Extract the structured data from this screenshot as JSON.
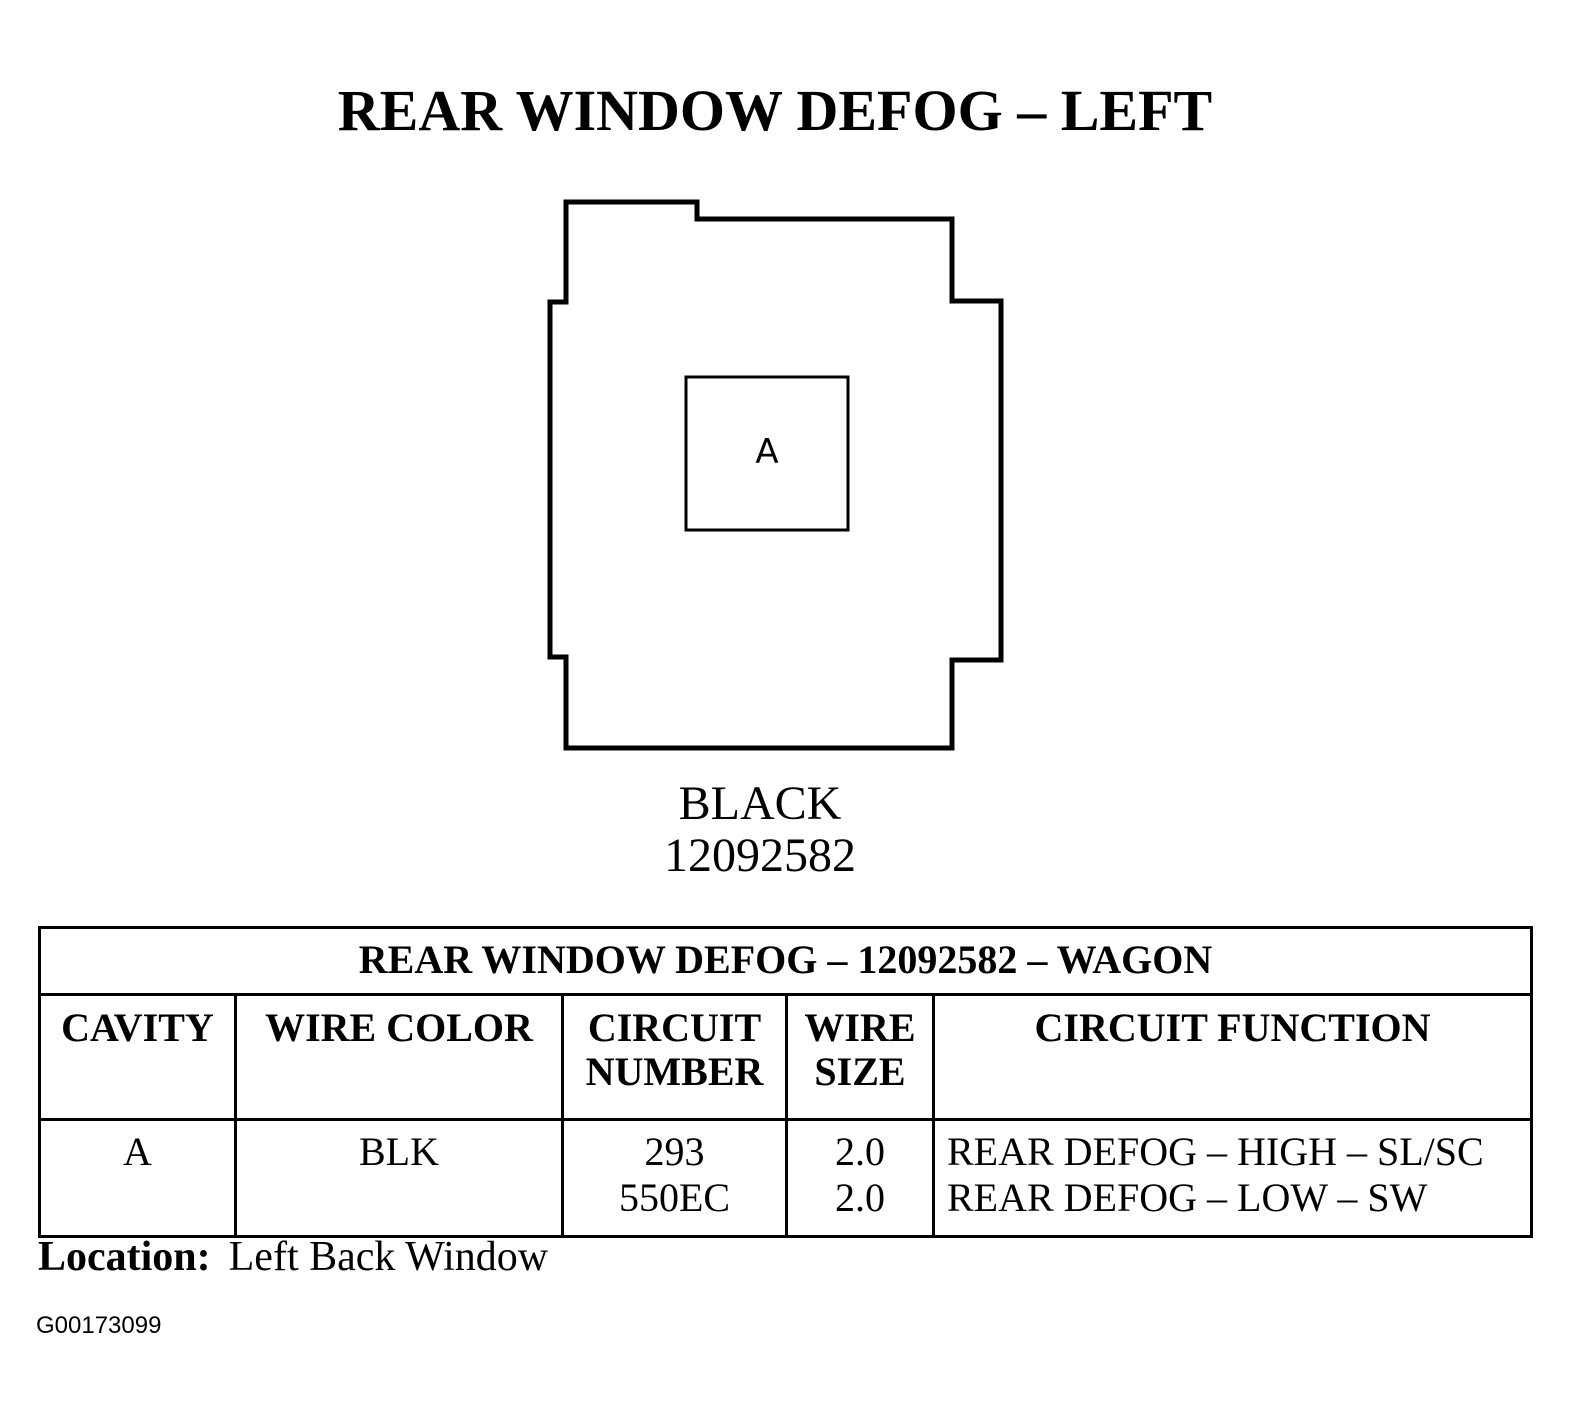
{
  "title": "REAR WINDOW DEFOG – LEFT",
  "connector": {
    "cavity_label": "A",
    "color": "BLACK",
    "part_number": "12092582"
  },
  "table": {
    "caption": "REAR WINDOW DEFOG – 12092582 – WAGON",
    "headers": {
      "cavity": "CAVITY",
      "wire_color": "WIRE COLOR",
      "circuit_number_1": "CIRCUIT",
      "circuit_number_2": "NUMBER",
      "wire_size_1": "WIRE",
      "wire_size_2": "SIZE",
      "circuit_function": "CIRCUIT FUNCTION"
    },
    "rows": [
      {
        "cavity": "A",
        "wire_color": "BLK",
        "circuit_numbers": [
          "293",
          "550EC"
        ],
        "wire_sizes": [
          "2.0",
          "2.0"
        ],
        "circuit_functions": [
          "REAR DEFOG – HIGH – SL/SC",
          "REAR DEFOG – LOW – SW"
        ]
      }
    ]
  },
  "location": {
    "label": "Location:",
    "value": "Left Back Window"
  },
  "figure_code": "G00173099"
}
